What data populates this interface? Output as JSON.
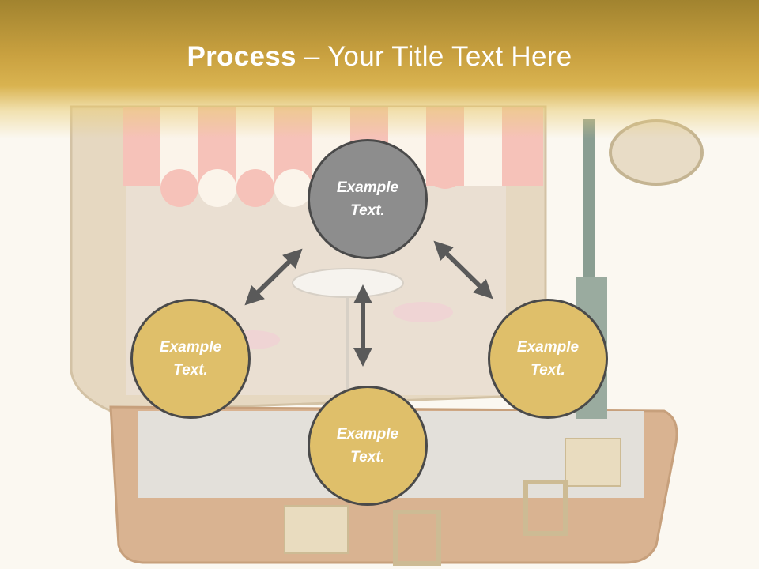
{
  "title": {
    "bold": "Process",
    "regular": " – Your Title Text Here"
  },
  "nodes": {
    "center": "Example Text.",
    "left": "Example Text.",
    "right": "Example Text.",
    "bottom": "Example Text."
  },
  "colors": {
    "header_band": "#c9a140",
    "node_gold": "#dfbf6a",
    "node_center": "#8d8d8d",
    "node_border": "#4a4a4a",
    "arrow": "#5a5a5a"
  }
}
